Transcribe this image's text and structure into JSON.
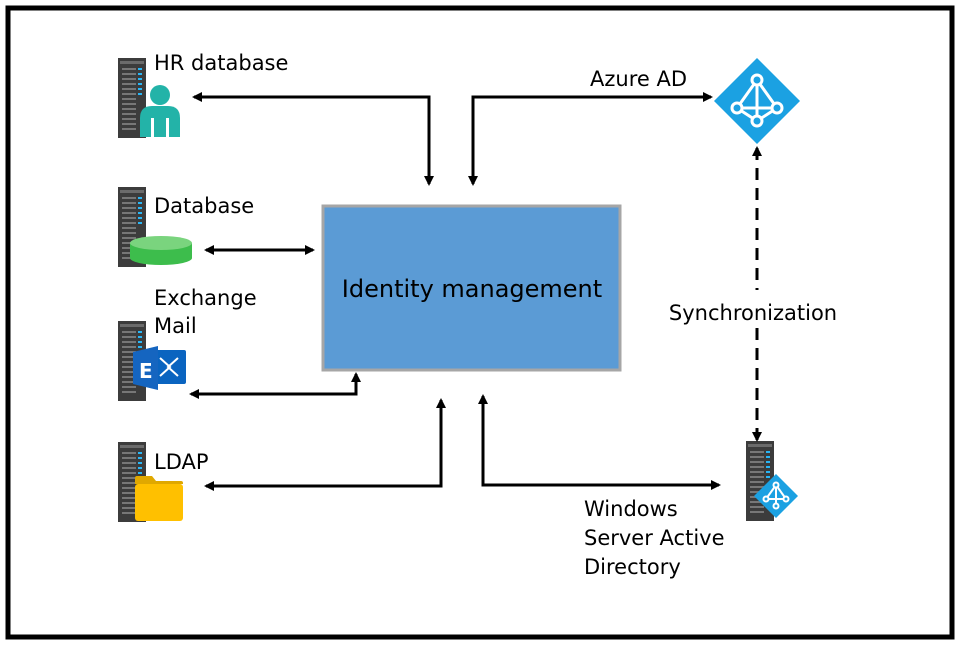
{
  "center": {
    "label": "Identity management",
    "fill": "#5b9bd5",
    "stroke": "#a6a6a6"
  },
  "nodes": {
    "hr": {
      "label": "HR database",
      "icon": "server-person-icon"
    },
    "db": {
      "label": "Database",
      "icon": "server-database-icon"
    },
    "exchange": {
      "label_line1": "Exchange",
      "label_line2": "Mail",
      "icon": "server-exchange-icon"
    },
    "ldap": {
      "label": "LDAP",
      "icon": "server-folder-icon"
    },
    "azure": {
      "label": "Azure AD",
      "icon": "azure-ad-icon"
    },
    "wsad": {
      "label_line1": "Windows",
      "label_line2": "Server Active",
      "label_line3": "Directory",
      "icon": "server-azure-ad-icon"
    }
  },
  "edges": {
    "sync": {
      "label": "Synchronization"
    }
  },
  "colors": {
    "accent_blue": "#1ba1e2",
    "teal": "#23b3a8",
    "green": "#3dbd4c",
    "folder": "#ffc000",
    "exchange": "#0a64c0",
    "server": "#3c3c3c"
  }
}
